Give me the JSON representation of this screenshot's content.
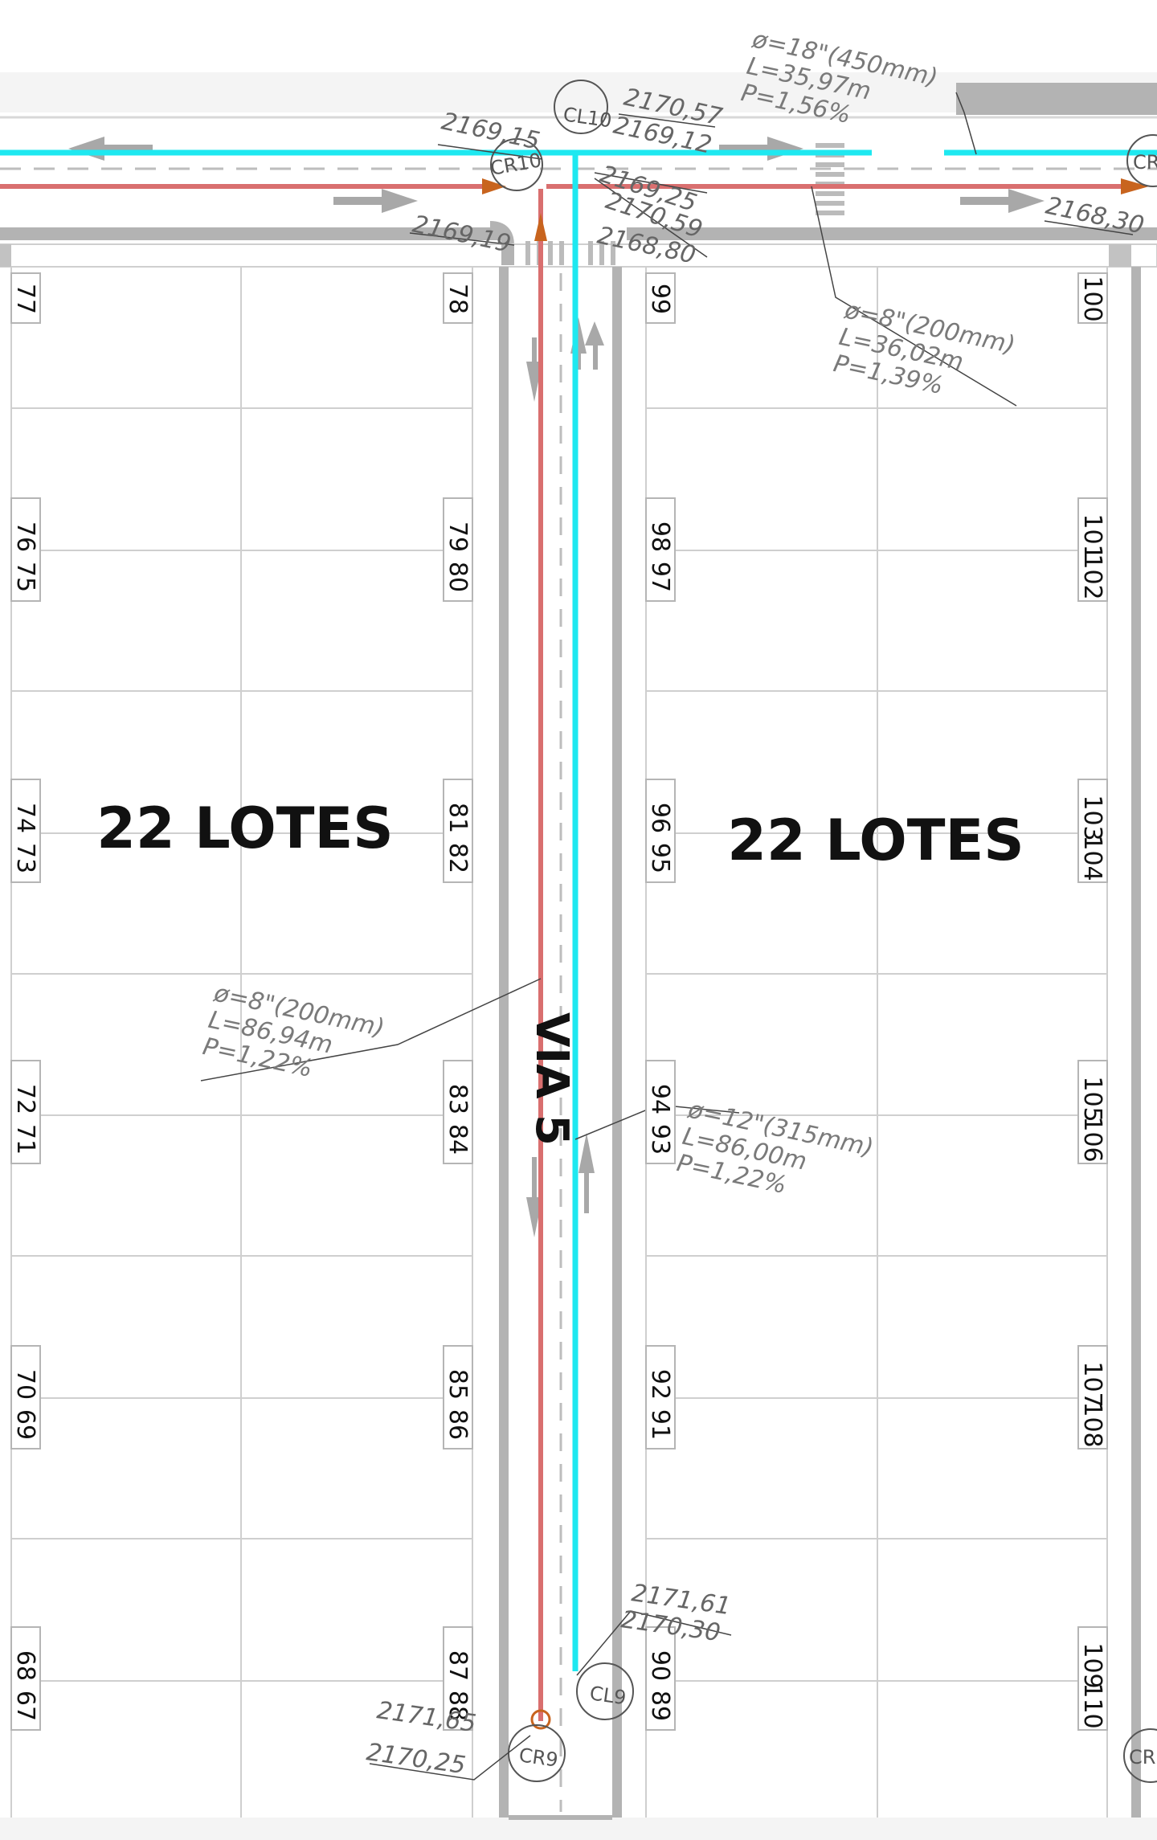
{
  "blocks": [
    {
      "label": "22 LOTES"
    },
    {
      "label": "22 LOTES"
    }
  ],
  "street": {
    "label": "VIA 5"
  },
  "lots_left_outer": [
    "77",
    "76",
    "75",
    "74",
    "73",
    "72",
    "71",
    "70",
    "69",
    "68",
    "67"
  ],
  "lots_left_inner": [
    "78",
    "79",
    "80",
    "81",
    "82",
    "83",
    "84",
    "85",
    "86",
    "87",
    "88"
  ],
  "lots_right_inner": [
    "99",
    "98",
    "97",
    "96",
    "95",
    "94",
    "93",
    "92",
    "91",
    "90",
    "89"
  ],
  "lots_right_outer": [
    "100",
    "101",
    "102",
    "103",
    "104",
    "105",
    "106",
    "107",
    "108",
    "109",
    "110"
  ],
  "pipes": {
    "top_main": {
      "d": "ø=18\"(450mm)",
      "l": "L=35,97m",
      "p": "P=1,56%"
    },
    "top_branch": {
      "d": "ø=8\"(200mm)",
      "l": "L=36,02m",
      "p": "P=1,39%"
    },
    "via_sewer": {
      "d": "ø=8\"(200mm)",
      "l": "L=86,94m",
      "p": "P=1,22%"
    },
    "via_water": {
      "d": "ø=12\"(315mm)",
      "l": "L=86,00m",
      "p": "P=1,22%"
    }
  },
  "nodes": {
    "cl10": "CL10",
    "cr10": "CR10",
    "cl9": "CL9",
    "cr9": "CR9",
    "cr_right_top": "CR",
    "cr_right_bottom": "CR"
  },
  "elevations": {
    "cl10_top": "2170,57",
    "cl10_bottom": "2169,12",
    "cr10_top": "2169,15",
    "cr10_bottom": "2169,19",
    "mid_a": "2169,25",
    "mid_b": "2170,59",
    "mid_c": "2168,80",
    "right_edge": "2168,30",
    "cl9_top": "2171,61",
    "cl9_bottom": "2170,30",
    "cr9_top": "2171,65",
    "cr9_bottom": "2170,25"
  },
  "colors": {
    "water": "#1ee8f0",
    "sewer": "#d96f6f",
    "curb": "#b3b3b3",
    "grid": "#cfcfcf",
    "arrow": "#a8a8a8",
    "fitting": "#c8641e"
  }
}
